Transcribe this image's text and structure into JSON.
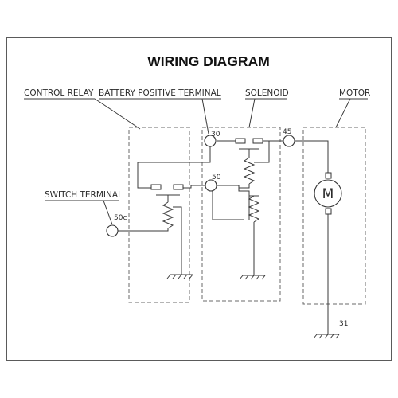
{
  "title": "WIRING DIAGRAM",
  "labels": {
    "control_relay": "CONTROL RELAY",
    "battery_positive_terminal": "BATTERY POSITIVE TERMINAL",
    "solenoid": "SOLENOID",
    "motor": "MOTOR",
    "switch_terminal": "SWITCH TERMINAL"
  },
  "terminals": {
    "t30": "30",
    "t45": "45",
    "t50": "50",
    "t50c": "50c",
    "t31": "31"
  },
  "motor_symbol": "M"
}
